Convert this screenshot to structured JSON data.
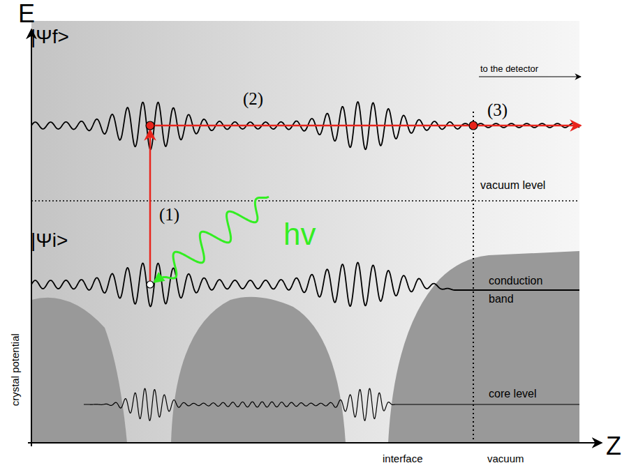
{
  "diagram": {
    "labels": [
      "E",
      "|Ψf>",
      "(2)",
      "to the detector",
      "(3)",
      "vacuum level",
      "(1)",
      "hv",
      "|Ψi>",
      "conduction band",
      "core level",
      "crystal potential",
      "interface",
      "vacuum",
      "Z"
    ]
  }
}
